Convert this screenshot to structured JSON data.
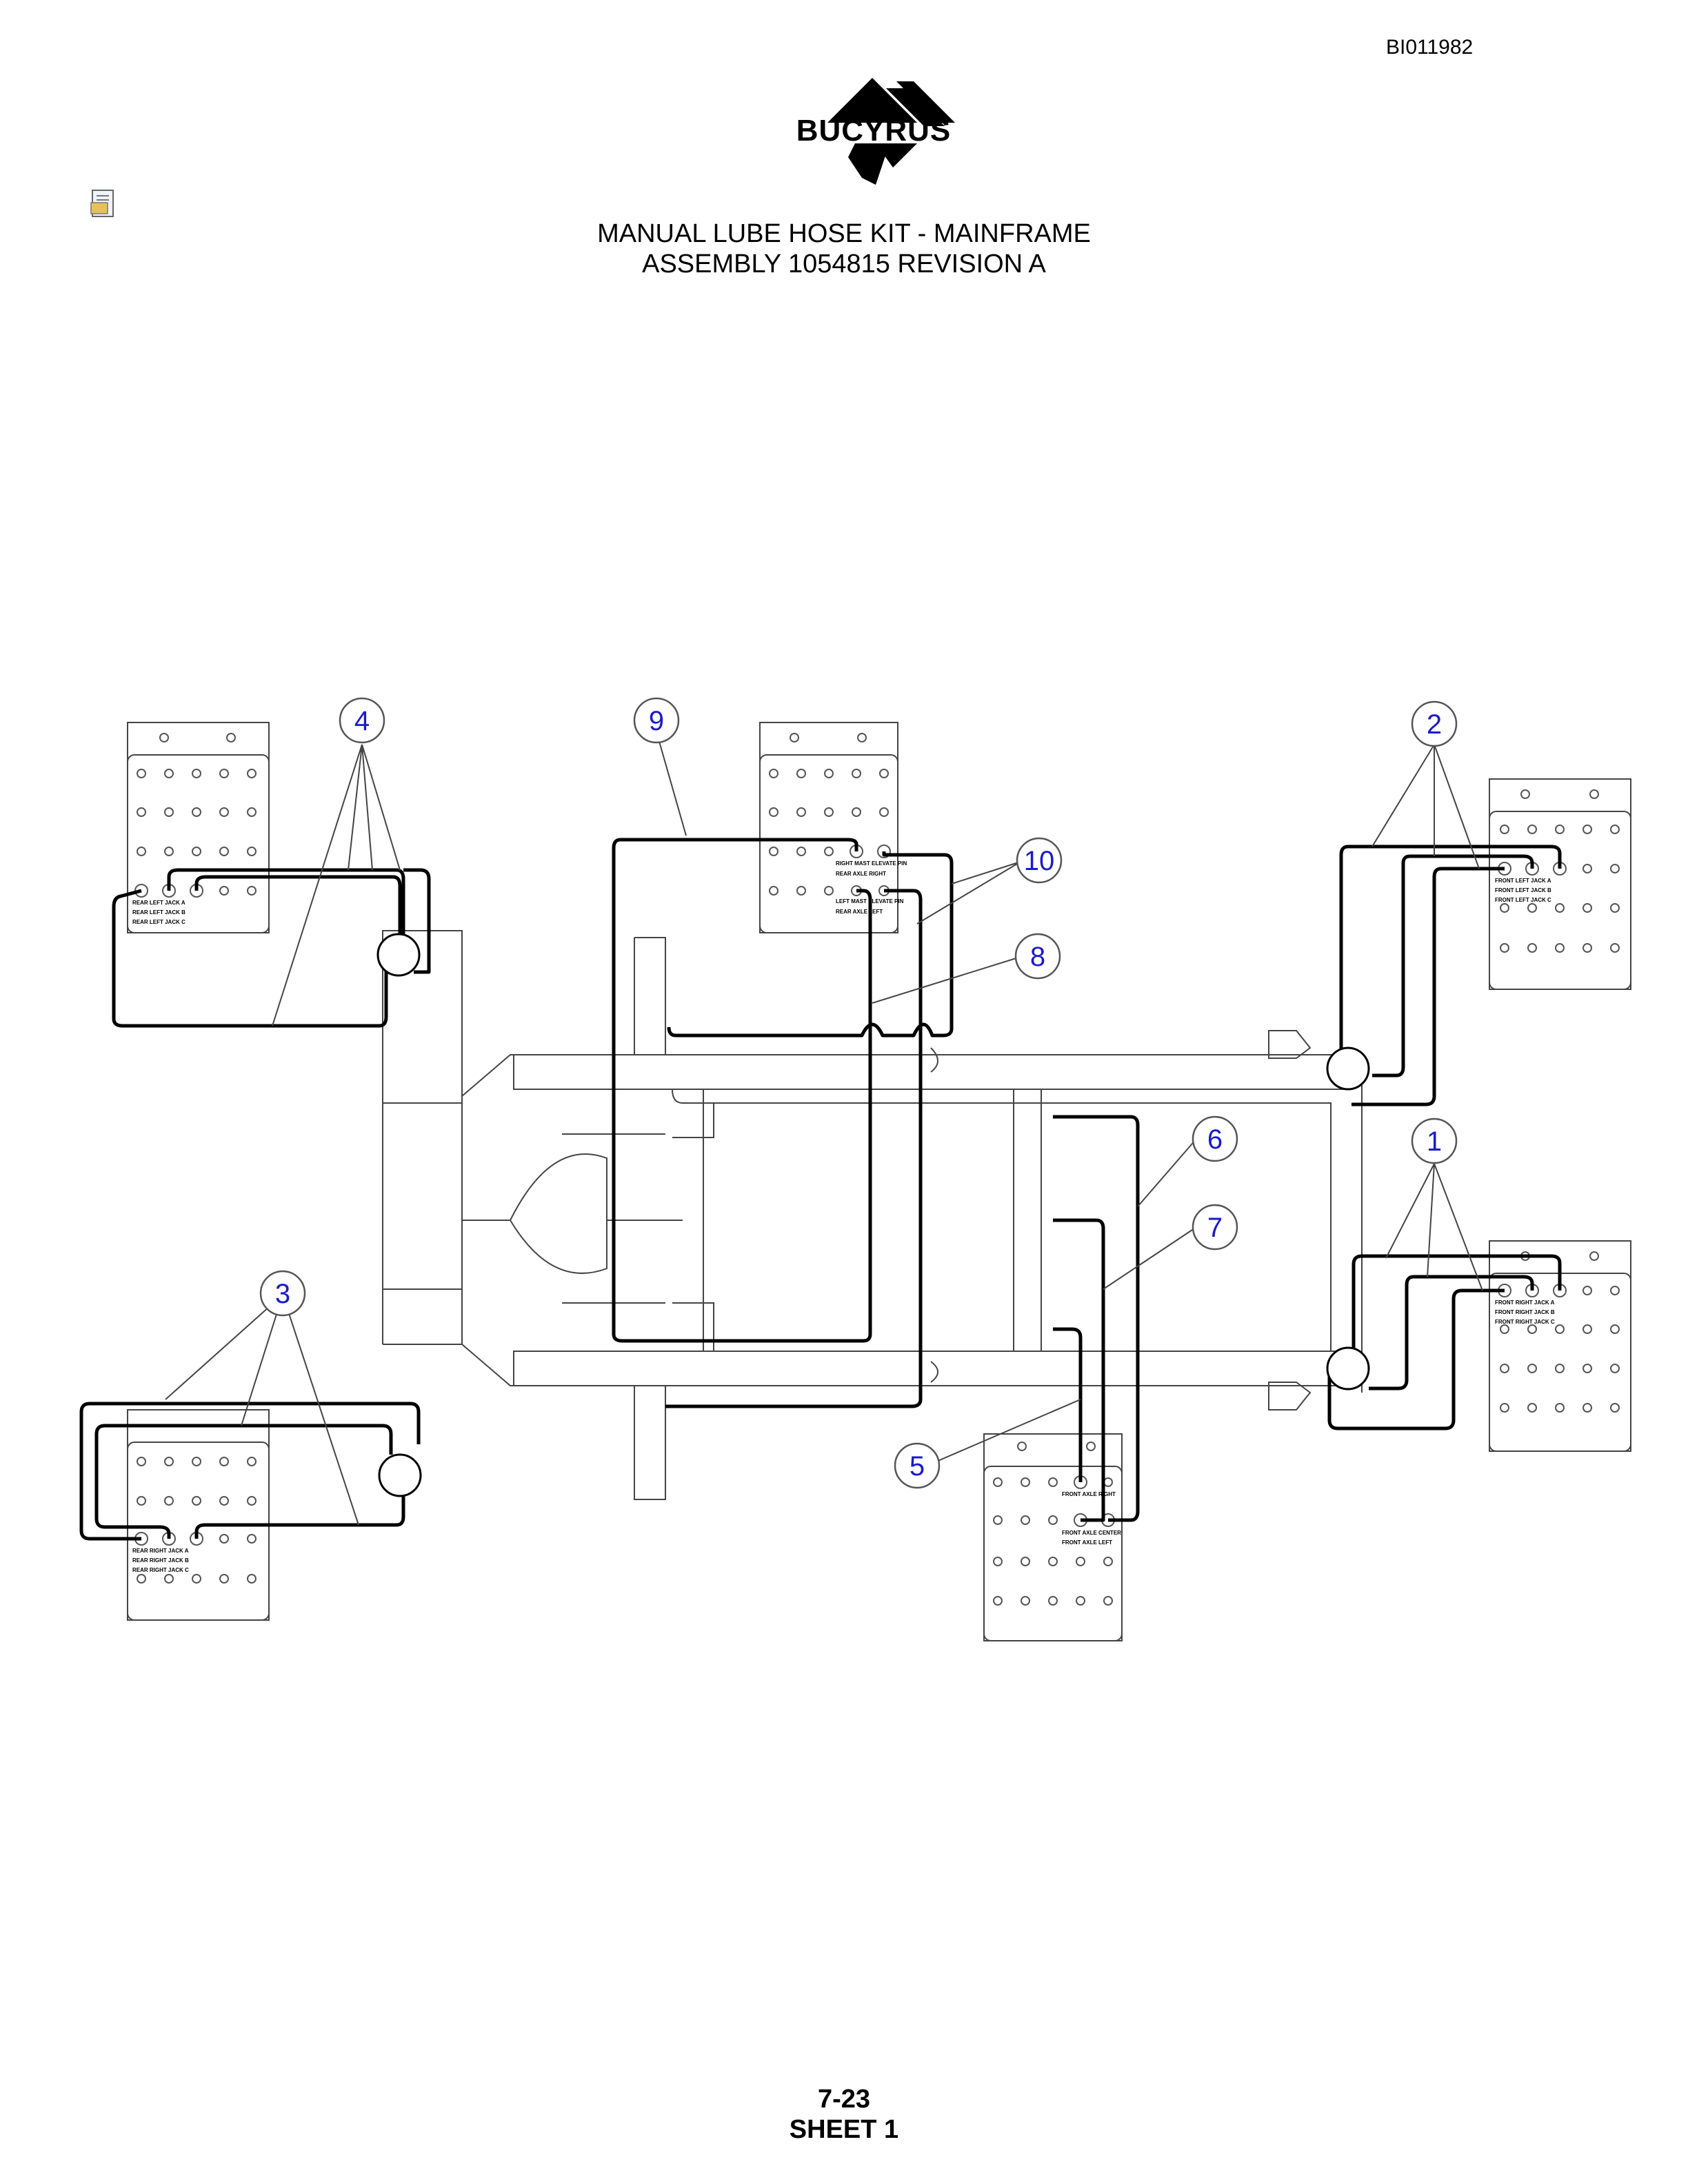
{
  "header": {
    "doc_id": "BI011982",
    "brand": "BUCYRUS",
    "icon": "document-icon"
  },
  "title": {
    "line1": "MANUAL LUBE HOSE KIT - MAINFRAME",
    "line2": "ASSEMBLY 1054815 REVISION A"
  },
  "callouts": [
    "1",
    "2",
    "3",
    "4",
    "5",
    "6",
    "7",
    "8",
    "9",
    "10"
  ],
  "blocks": {
    "rear_left": [
      "REAR LEFT JACK A",
      "REAR LEFT JACK B",
      "REAR LEFT JACK C"
    ],
    "rear_right": [
      "REAR RIGHT JACK A",
      "REAR RIGHT JACK B",
      "REAR RIGHT JACK C"
    ],
    "front_left": [
      "FRONT LEFT JACK A",
      "FRONT LEFT JACK B",
      "FRONT LEFT JACK C"
    ],
    "front_right": [
      "FRONT RIGHT JACK A",
      "FRONT RIGHT JACK B",
      "FRONT RIGHT JACK C"
    ],
    "mast": [
      "RIGHT MAST ELEVATE PIN",
      "REAR AXLE RIGHT",
      "LEFT MAST ELEVATE PIN",
      "REAR AXLE LEFT"
    ],
    "front_axle": [
      "FRONT AXLE RIGHT",
      "FRONT AXLE CENTER",
      "FRONT AXLE LEFT"
    ]
  },
  "footer": {
    "page": "7-23",
    "sheet": "SHEET 1"
  },
  "colors": {
    "callout_text": "#1a1ad0",
    "line": "#000000"
  }
}
